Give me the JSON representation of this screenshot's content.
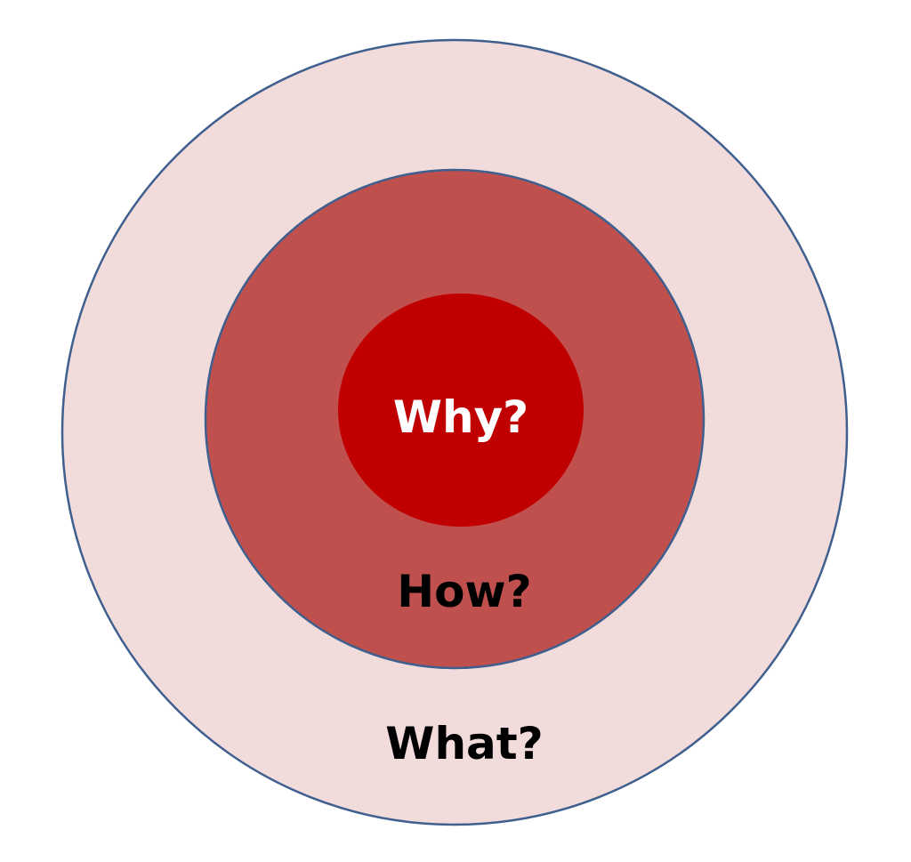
{
  "diagram": {
    "rings": {
      "what": {
        "label": "What?",
        "fill": "#f2dcdb",
        "stroke": "#3f5f8f",
        "label_color": "#000000"
      },
      "how": {
        "label": "How?",
        "fill": "#c0504d",
        "stroke": "#3f5f8f",
        "label_color": "#000000"
      },
      "why": {
        "label": "Why?",
        "fill": "#c00000",
        "label_color": "#ffffff"
      }
    }
  }
}
